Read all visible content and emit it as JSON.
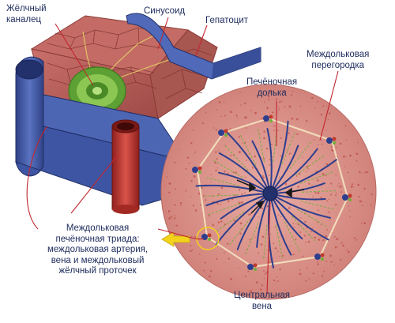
{
  "labels": {
    "bile_canaliculus": "Жёлчный\nканалец",
    "sinusoid": "Синусоид",
    "hepatocyte": "Гепатоцит",
    "interlobular_septum": "Междольковая\nперегородка",
    "hepatic_lobule": "Печёночная\nдолька",
    "portal_triad": "Междольковая\nпечёночная триада:\nмеждольковая артерия,\nвена и междольковый\nжёлчный проточек",
    "central_vein": "Центральная\nвена"
  },
  "colors": {
    "label_text": "#1d2b5c",
    "leader_line": "#c2262e",
    "hepatocyte_fill": "#b85f5a",
    "lobule_fill": "#d99088",
    "vein_blue": "#3a4f9a",
    "artery_red": "#c0392b",
    "bile_green": "#6fae3a",
    "arrow_yellow": "#f2d21b"
  },
  "icons": {
    "direction_arrow": "yellow-arrow-left-icon"
  }
}
